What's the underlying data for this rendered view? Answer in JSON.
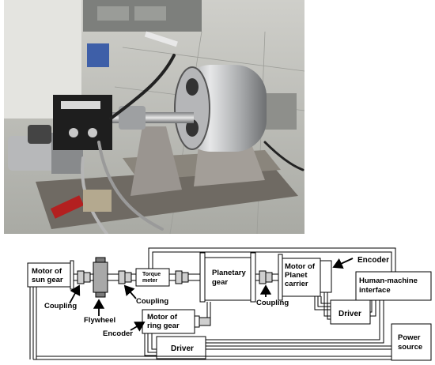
{
  "diagram": {
    "blocks": {
      "motor_sun_gear": "Motor of sun gear",
      "torque_meter": "Torque meter",
      "planetary_gear": "Planetary gear",
      "motor_planet_carrier": "Motor of Planet carrier",
      "human_machine_interface": "Human-machine interface",
      "driver_right": "Driver",
      "motor_ring_gear": "Motor of ring gear",
      "driver_bottom": "Driver",
      "power_source": "Power source"
    },
    "labels": {
      "coupling_1": "Coupling",
      "flywheel": "Flywheel",
      "coupling_2": "Coupling",
      "coupling_3": "Coupling",
      "encoder_top": "Encoder",
      "encoder_left": "Encoder"
    }
  },
  "colors": {
    "floor": "#b9bab4",
    "wall": "#dcdcd8",
    "frame": "#6f6a63",
    "metal": "#c8c8c6",
    "coupling_fill": "#cfcfcf"
  }
}
